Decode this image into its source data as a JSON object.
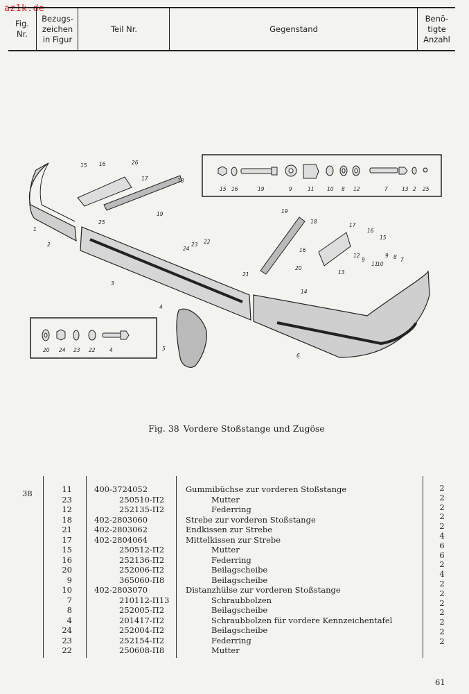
{
  "watermark": "az1k.de",
  "header": {
    "fig_nr": [
      "Fig.",
      "Nr."
    ],
    "bezugszeichen": [
      "Bezugs-",
      "zeichen",
      "in Figur"
    ],
    "teil_nr": "Teil Nr.",
    "gegenstand": "Gegenstand",
    "benoetigte_anzahl": [
      "Benö-",
      "tigte",
      "Anzahl"
    ]
  },
  "figure": {
    "caption_fig": "Fig. 38",
    "caption_text": "Vordere Stoßstange und Zugöse",
    "callouts_box_right": [
      "15",
      "16",
      "19",
      "9",
      "11",
      "10",
      "8",
      "12",
      "7",
      "13",
      "2",
      "25"
    ],
    "callouts_box_left": [
      "20",
      "24",
      "23",
      "22",
      "4"
    ],
    "callouts_main": [
      "15",
      "16",
      "26",
      "17",
      "18",
      "19",
      "25",
      "1",
      "2",
      "3",
      "24",
      "23",
      "22",
      "4",
      "5",
      "6",
      "21",
      "19",
      "18",
      "17",
      "16",
      "15",
      "16",
      "20",
      "14",
      "13",
      "12",
      "9",
      "11",
      "10",
      "9",
      "8",
      "7"
    ]
  },
  "fig_number": "38",
  "rows": [
    {
      "bez": "11",
      "teil": "400-3724052",
      "teil_sub": false,
      "geg": "Gummibüchse zur vorderen Stoßstange",
      "geg_sub": false
    },
    {
      "bez": "23",
      "teil": "250510-П2",
      "teil_sub": true,
      "geg": "Mutter",
      "geg_sub": true
    },
    {
      "bez": "12",
      "teil": "252135-П2",
      "teil_sub": true,
      "geg": "Federring",
      "geg_sub": true
    },
    {
      "bez": "18",
      "teil": "402-2803060",
      "teil_sub": false,
      "geg": "Strebe zur vorderen Stoßstange",
      "geg_sub": false
    },
    {
      "bez": "21",
      "teil": "402-2803062",
      "teil_sub": false,
      "geg": "Endkissen zur Strebe",
      "geg_sub": false
    },
    {
      "bez": "17",
      "teil": "402-2804064",
      "teil_sub": false,
      "geg": "Mittelkissen zur Strebe",
      "geg_sub": false
    },
    {
      "bez": "15",
      "teil": "250512-П2",
      "teil_sub": true,
      "geg": "Mutter",
      "geg_sub": true
    },
    {
      "bez": "16",
      "teil": "252136-П2",
      "teil_sub": true,
      "geg": "Federring",
      "geg_sub": true
    },
    {
      "bez": "20",
      "teil": "252006-П2",
      "teil_sub": true,
      "geg": "Beilagscheibe",
      "geg_sub": true
    },
    {
      "bez": "9",
      "teil": "365060-П8",
      "teil_sub": true,
      "geg": "Beilagscheibe",
      "geg_sub": true
    },
    {
      "bez": "10",
      "teil": "402-2803070",
      "teil_sub": false,
      "geg": "Distanzhülse zur vorderen Stoßstange",
      "geg_sub": false
    },
    {
      "bez": "7",
      "teil": "210112-П13",
      "teil_sub": true,
      "geg": "Schraubbolzen",
      "geg_sub": true
    },
    {
      "bez": "8",
      "teil": "252005-П2",
      "teil_sub": true,
      "geg": "Beilagscheibe",
      "geg_sub": true
    },
    {
      "bez": "4",
      "teil": "201417-П2",
      "teil_sub": true,
      "geg": "Schraubbolzen für vordere Kennzeichentafel",
      "geg_sub": true
    },
    {
      "bez": "24",
      "teil": "252004-П2",
      "teil_sub": true,
      "geg": "Beilagscheibe",
      "geg_sub": true
    },
    {
      "bez": "23",
      "teil": "252154-П2",
      "teil_sub": true,
      "geg": "Federring",
      "geg_sub": true
    },
    {
      "bez": "22",
      "teil": "250608-П8",
      "teil_sub": true,
      "geg": "Mutter",
      "geg_sub": true
    }
  ],
  "quantities": [
    "2",
    "2",
    "2",
    "2",
    "2",
    "4",
    "6",
    "6",
    "2",
    "4",
    "2",
    "2",
    "2",
    "2",
    "2",
    "2",
    "2"
  ],
  "page_number": "61"
}
